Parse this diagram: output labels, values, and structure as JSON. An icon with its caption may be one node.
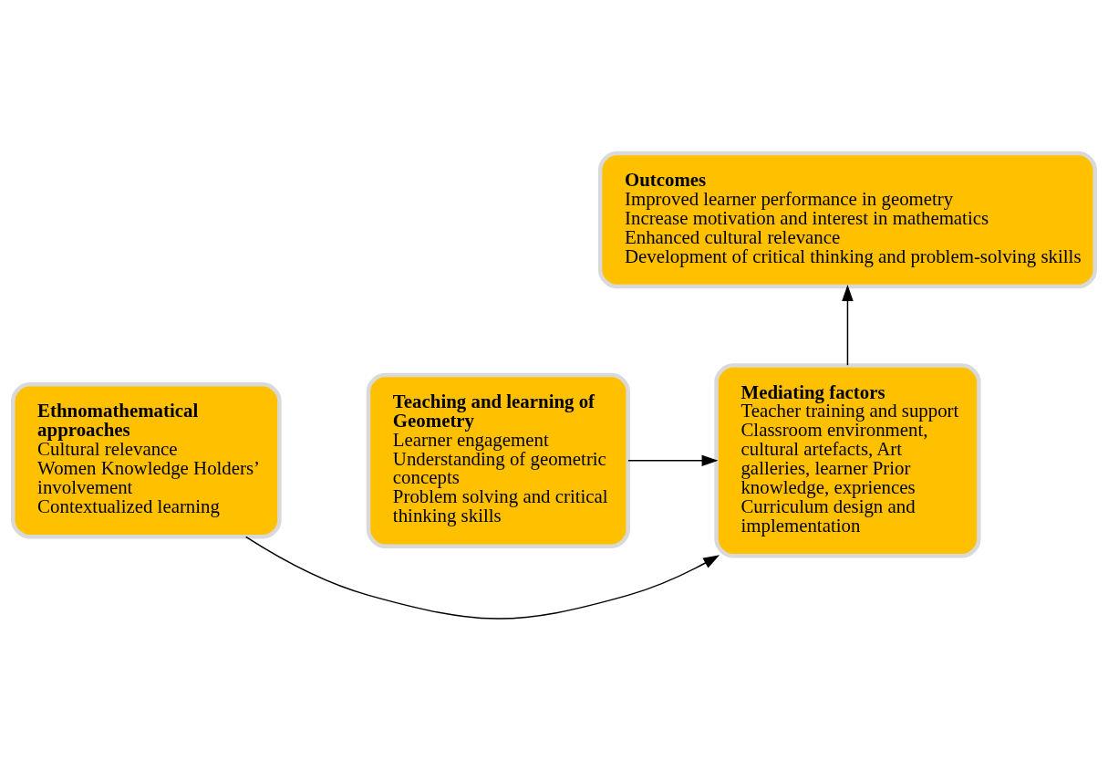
{
  "diagram": {
    "nodes": [
      {
        "text": [
          "Outcomes",
          "Improved learner performance in geometry",
          "Increase motivation and interest in mathematics",
          "Enhanced cultural relevance",
          "Development of critical thinking and problem-solving skills"
        ]
      },
      {
        "text": [
          "Ethnomathematical approaches",
          "Cultural relevance",
          "Women Knowledge Holders’ involvement",
          "Contextualized learning"
        ]
      },
      {
        "text": [
          "Mediating factors",
          "Teacher training and support",
          "Classroom environment, cultural artefacts, Art galleries, learner Prior knowledge, expriences",
          "Curriculum design and implementation"
        ]
      },
      {
        "text": [
          "Teaching and learning of Geometry",
          "Learner engagement",
          "Understanding of geometric concepts",
          "Problem solving and critical thinking skills"
        ]
      }
    ],
    "edges": [
      {
        "from": 1,
        "to": 2,
        "arrow": "to"
      },
      {
        "from": 3,
        "to": 2,
        "arrow": "to"
      },
      {
        "from": 2,
        "to": 0,
        "arrow": "to"
      }
    ]
  }
}
